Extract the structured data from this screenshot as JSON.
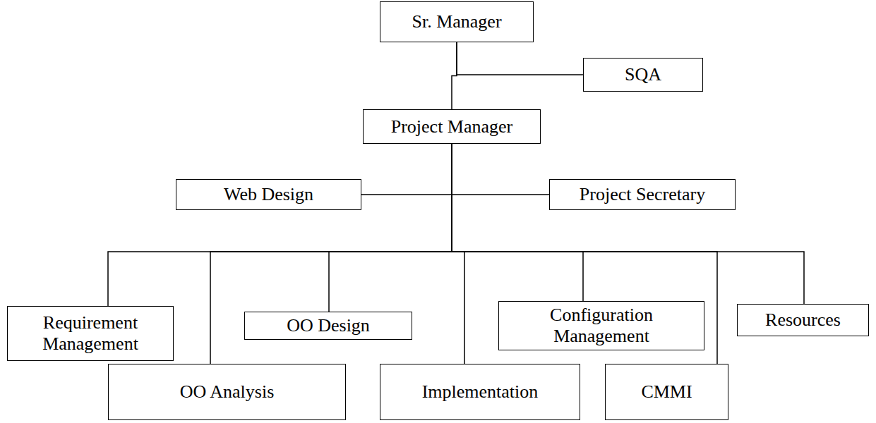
{
  "diagram": {
    "nodes": [
      {
        "text": [
          "Sr. Manager"
        ]
      },
      {
        "text": [
          "SQA"
        ]
      },
      {
        "text": [
          "Project Manager"
        ]
      },
      {
        "text": [
          "Web Design"
        ]
      },
      {
        "text": [
          "Project Secretary"
        ]
      },
      {
        "text": [
          "Requirement Management"
        ]
      },
      {
        "text": [
          "OO Analysis"
        ]
      },
      {
        "text": [
          "OO Design"
        ]
      },
      {
        "text": [
          "Implementation"
        ]
      },
      {
        "text": [
          "Configuration Management"
        ]
      },
      {
        "text": [
          "CMMI"
        ]
      },
      {
        "text": [
          "Resources"
        ]
      }
    ],
    "edges": [
      {
        "from": 0,
        "to": 1,
        "arrow": "none"
      },
      {
        "from": 0,
        "to": 2,
        "arrow": "none"
      },
      {
        "from": 2,
        "to": 3,
        "arrow": "none"
      },
      {
        "from": 2,
        "to": 4,
        "arrow": "none"
      },
      {
        "from": 2,
        "to": 5,
        "arrow": "none"
      },
      {
        "from": 2,
        "to": 6,
        "arrow": "none"
      },
      {
        "from": 2,
        "to": 7,
        "arrow": "none"
      },
      {
        "from": 2,
        "to": 8,
        "arrow": "none"
      },
      {
        "from": 2,
        "to": 9,
        "arrow": "none"
      },
      {
        "from": 2,
        "to": 10,
        "arrow": "none"
      },
      {
        "from": 2,
        "to": 11,
        "arrow": "none"
      }
    ]
  }
}
